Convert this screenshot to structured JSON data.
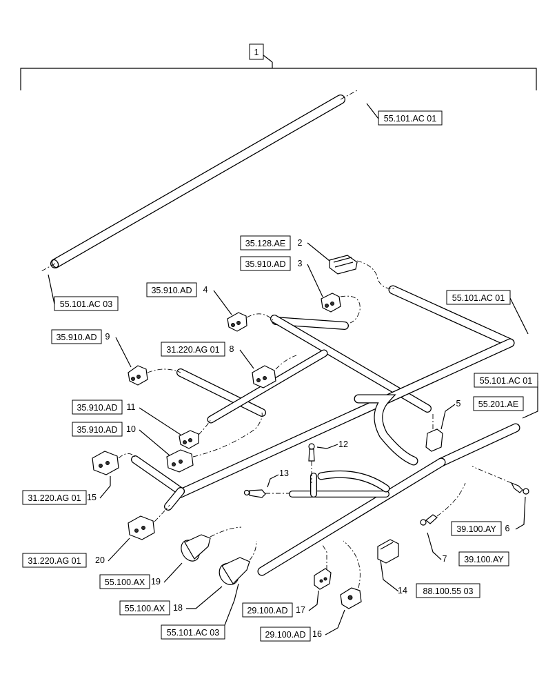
{
  "assembly": {
    "item": "1"
  },
  "callouts": [
    {
      "ref": "55.101.AC 01",
      "item": ""
    },
    {
      "ref": "55.101.AC 03",
      "item": ""
    },
    {
      "ref": "35.128.AE",
      "item": "2"
    },
    {
      "ref": "35.910.AD",
      "item": "3"
    },
    {
      "ref": "35.910.AD",
      "item": "4"
    },
    {
      "ref": "55.101.AC 01",
      "item": ""
    },
    {
      "ref": "35.910.AD",
      "item": "9"
    },
    {
      "ref": "31.220.AG 01",
      "item": "8"
    },
    {
      "ref": "55.101.AC 01",
      "item": ""
    },
    {
      "ref": "35.910.AD",
      "item": "11"
    },
    {
      "ref": "55.201.AE",
      "item": "5"
    },
    {
      "ref": "35.910.AD",
      "item": "10"
    },
    {
      "ref": "31.220.AG 01",
      "item": "15"
    },
    {
      "ref": "31.220.AG 01",
      "item": "20"
    },
    {
      "ref": "39.100.AY",
      "item": "6"
    },
    {
      "ref": "39.100.AY",
      "item": "7"
    },
    {
      "ref": "55.100.AX",
      "item": "19"
    },
    {
      "ref": "55.100.AX",
      "item": "18"
    },
    {
      "ref": "88.100.55 03",
      "item": "14"
    },
    {
      "ref": "29.100.AD",
      "item": "17"
    },
    {
      "ref": "29.100.AD",
      "item": "16"
    },
    {
      "ref": "55.101.AC 03",
      "item": ""
    }
  ],
  "loose_items": [
    {
      "item": "12"
    },
    {
      "item": "13"
    }
  ]
}
